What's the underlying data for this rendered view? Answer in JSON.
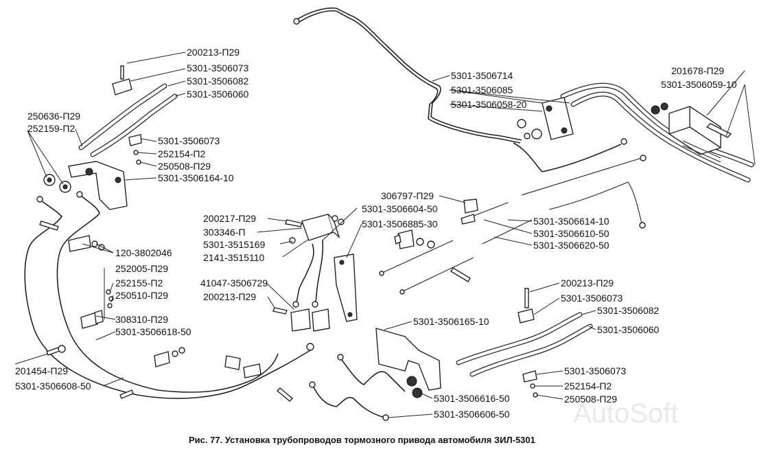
{
  "caption": "Рис. 77. Установка трубопроводов тормозного привода автомобиля ЗИЛ-5301",
  "watermark": "AutoSoft",
  "labels": {
    "l200213_p29_a": "200213-П29",
    "l5301_3506073_a": "5301-3506073",
    "l5301_3506082_a": "5301-3506082",
    "l5301_3506060_a": "5301-3506060",
    "l250636_p29": "250636-П29",
    "l252159_p2": "252159-П2",
    "l5301_3506073_b": "5301-3506073",
    "l252154_p2_a": "252154-П2",
    "l250508_p29_a": "250508-П29",
    "l5301_3506164_10": "5301-3506164-10",
    "l5301_3506714": "5301-3506714",
    "l5301_3506085": "5301-3506085",
    "l5301_3506058_20": "5301-3506058-20",
    "l201678_p29": "201678-П29",
    "l5301_3506059_10": "5301-3506059-10",
    "l306797_p29": "306797-П29",
    "l5301_3506604_50": "5301-3506604-50",
    "l5301_3506885_30": "5301-3506885-30",
    "l200217_p29": "200217-П29",
    "l303346_p": "303346-П",
    "l5301_3515169": "5301-3515169",
    "l2141_3515110": "2141-3515110",
    "l120_3802046": "120-3802046",
    "l252005_p29": "252005-П29",
    "l252155_p2": "252155-П2",
    "l250510_p29": "250510-П29",
    "l41047_3506729": "41047-3506729",
    "l200213_p29_b": "200213-П29",
    "l308310_p29": "308310-П29",
    "l5301_3506618_50": "5301-3506618-50",
    "l201454_p29": "201454-П29",
    "l5301_3506608_50": "5301-3506608-50",
    "l5301_3506614_10": "5301-3506614-10",
    "l5301_3506610_50": "5301-3506610-50",
    "l5301_3506620_50": "5301-3506620-50",
    "l200213_p29_c": "200213-П29",
    "l5301_3506073_c": "5301-3506073",
    "l5301_3506082_b": "5301-3506082",
    "l5301_3506060_b": "5301-3506060",
    "l5301_3506165_10": "5301-3506165-10",
    "l5301_3506073_d": "5301-3506073",
    "l252154_p2_b": "252154-П2",
    "l250508_p29_b": "250508-П29",
    "l5301_3506616_50": "5301-3506616-50",
    "l5301_3506606_50": "5301-3506606-50"
  }
}
